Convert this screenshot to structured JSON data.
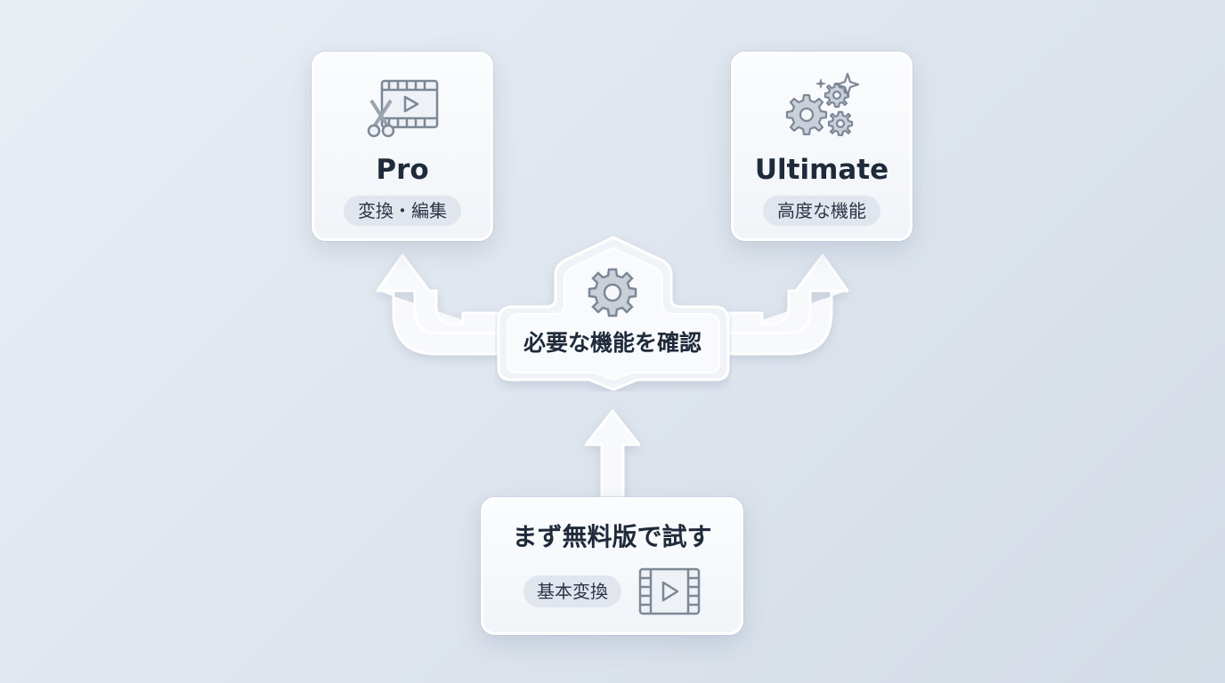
{
  "hub": {
    "label": "必要な機能を確認",
    "icon": "gear-icon"
  },
  "plans": {
    "pro": {
      "title": "Pro",
      "tag": "変換・編集",
      "icon": "video-edit-icon"
    },
    "ultimate": {
      "title": "Ultimate",
      "tag": "高度な機能",
      "icon": "gears-sparkle-icon"
    }
  },
  "start": {
    "title": "まず無料版で試す",
    "tag": "基本変換",
    "icon": "video-play-icon"
  },
  "colors": {
    "text": "#1f2a3a",
    "icon": "#7d8796",
    "pill": "#e1e6ee",
    "arrow": "#f7f9fc"
  }
}
